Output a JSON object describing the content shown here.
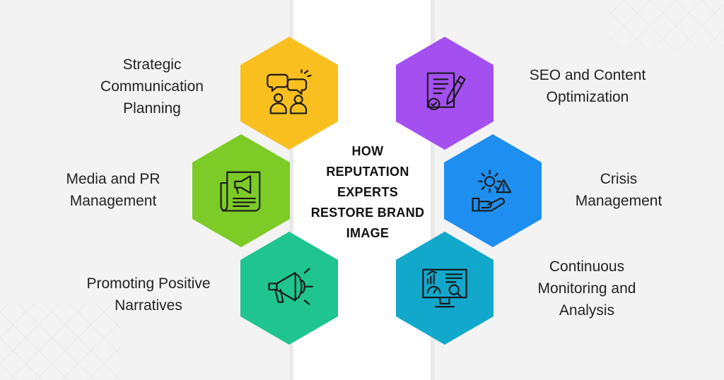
{
  "center": {
    "title": "HOW\nREPUTATION\nEXPERTS\nRESTORE BRAND\nIMAGE"
  },
  "items": [
    {
      "label": "Strategic\nCommunication\nPlanning",
      "color": "#f9bf1e",
      "icon": "chat-people-icon"
    },
    {
      "label": "Media and PR\nManagement",
      "color": "#7ccb27",
      "icon": "newspaper-megaphone-icon"
    },
    {
      "label": "Promoting Positive\nNarratives",
      "color": "#1fc48f",
      "icon": "megaphone-icon"
    },
    {
      "label": "SEO and Content\nOptimization",
      "color": "#a44ff0",
      "icon": "document-pen-icon"
    },
    {
      "label": "Crisis\nManagement",
      "color": "#1e8ff0",
      "icon": "gear-alert-hand-icon"
    },
    {
      "label": "Continuous\nMonitoring and\nAnalysis",
      "color": "#11a8cc",
      "icon": "monitor-analytics-icon"
    }
  ]
}
